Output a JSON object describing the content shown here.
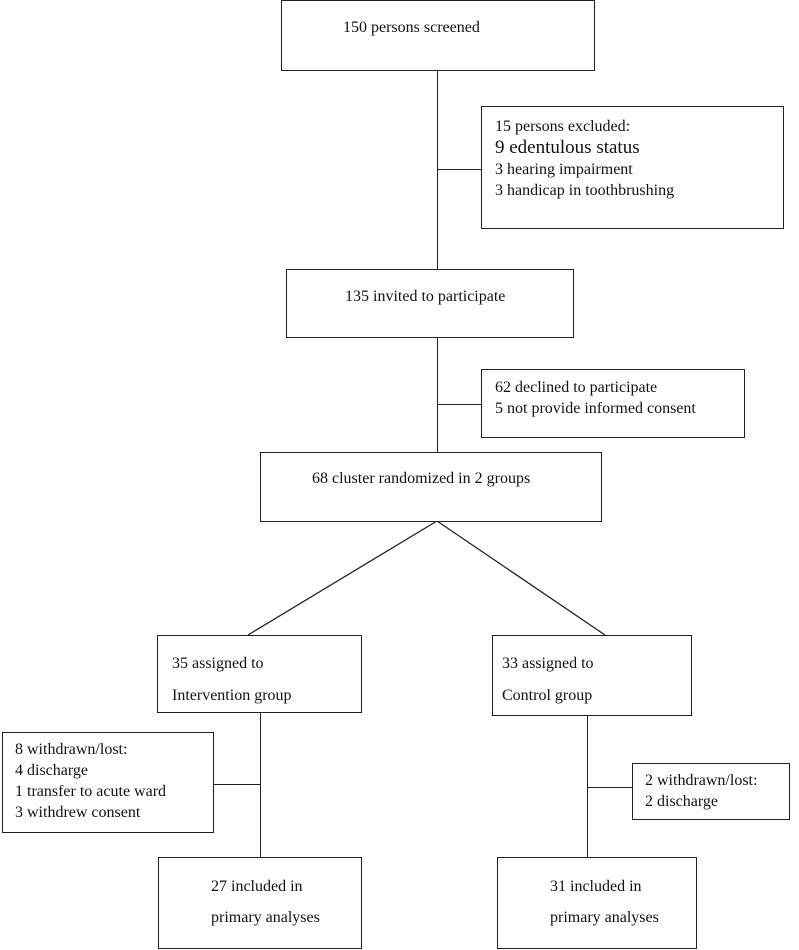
{
  "screened": {
    "line1": "150 persons screened"
  },
  "excluded": {
    "title": "15 persons excluded:",
    "items": [
      "9 edentulous status",
      "3 hearing impairment",
      "3 handicap in toothbrushing"
    ]
  },
  "invited": {
    "line1": "135 invited to participate"
  },
  "declined": {
    "items": [
      "62 declined to participate",
      "5 not provide informed consent"
    ]
  },
  "randomized": {
    "line1": "68 cluster randomized in 2 groups"
  },
  "intervention": {
    "line1": "35 assigned to",
    "line2": "Intervention group"
  },
  "control": {
    "line1": "33 assigned to",
    "line2": "Control group"
  },
  "withdrawn_intervention": {
    "title": "8 withdrawn/lost:",
    "items": [
      "4 discharge",
      "1 transfer to acute ward",
      "3 withdrew consent"
    ]
  },
  "withdrawn_control": {
    "title": "2 withdrawn/lost:",
    "items": [
      "2 discharge"
    ]
  },
  "included_intervention": {
    "line1": "27 included in",
    "line2": "primary analyses"
  },
  "included_control": {
    "line1": "31 included in",
    "line2": "primary analyses"
  }
}
